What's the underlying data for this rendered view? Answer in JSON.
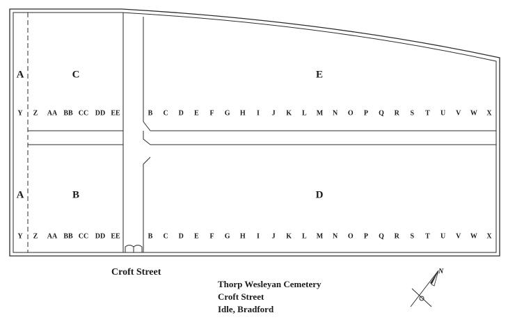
{
  "sections": {
    "a_upper": "A",
    "c": "C",
    "e": "E",
    "a_lower": "A",
    "b": "B",
    "d": "D"
  },
  "rows": {
    "left": [
      "Y",
      "Z",
      "AA",
      "BB",
      "CC",
      "DD",
      "EE"
    ],
    "right": [
      "B",
      "C",
      "D",
      "E",
      "F",
      "G",
      "H",
      "I",
      "J",
      "K",
      "L",
      "M",
      "N",
      "O",
      "P",
      "Q",
      "R",
      "S",
      "T",
      "U",
      "V",
      "W",
      "X"
    ]
  },
  "street_label": "Croft Street",
  "caption": {
    "line1": "Thorp Wesleyan Cemetery",
    "line2": "Croft Street",
    "line3": "Idle, Bradford"
  },
  "compass": {
    "north_label": "N",
    "icon": "north-arrow-icon"
  },
  "colors": {
    "line": "#2a2a2a",
    "paper": "#ffffff"
  }
}
